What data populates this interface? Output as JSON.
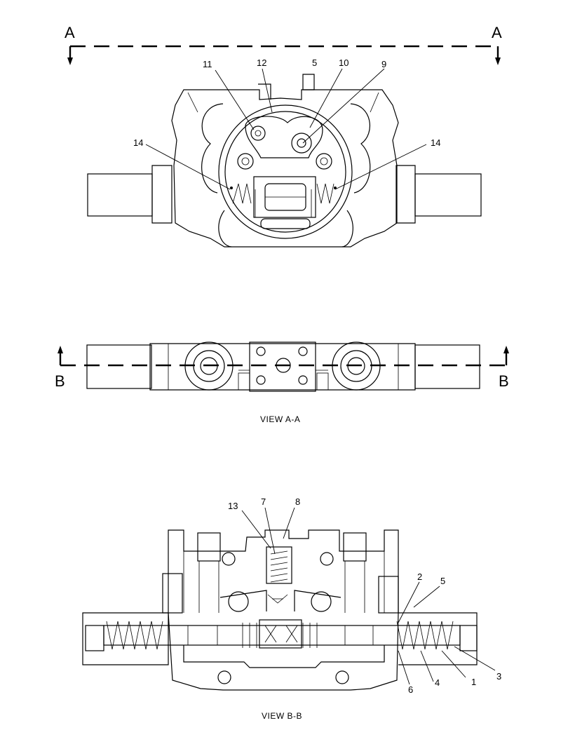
{
  "section_a": {
    "left": "A",
    "right": "A"
  },
  "section_b": {
    "left": "B",
    "right": "B"
  },
  "view_aa_label": "VIEW A-A",
  "view_bb_label": "VIEW B-B",
  "callouts_top": [
    "11",
    "12",
    "5",
    "10",
    "9",
    "14",
    "14"
  ],
  "callouts_bottom": [
    "13",
    "7",
    "8",
    "2",
    "5",
    "3",
    "1",
    "4",
    "6"
  ]
}
